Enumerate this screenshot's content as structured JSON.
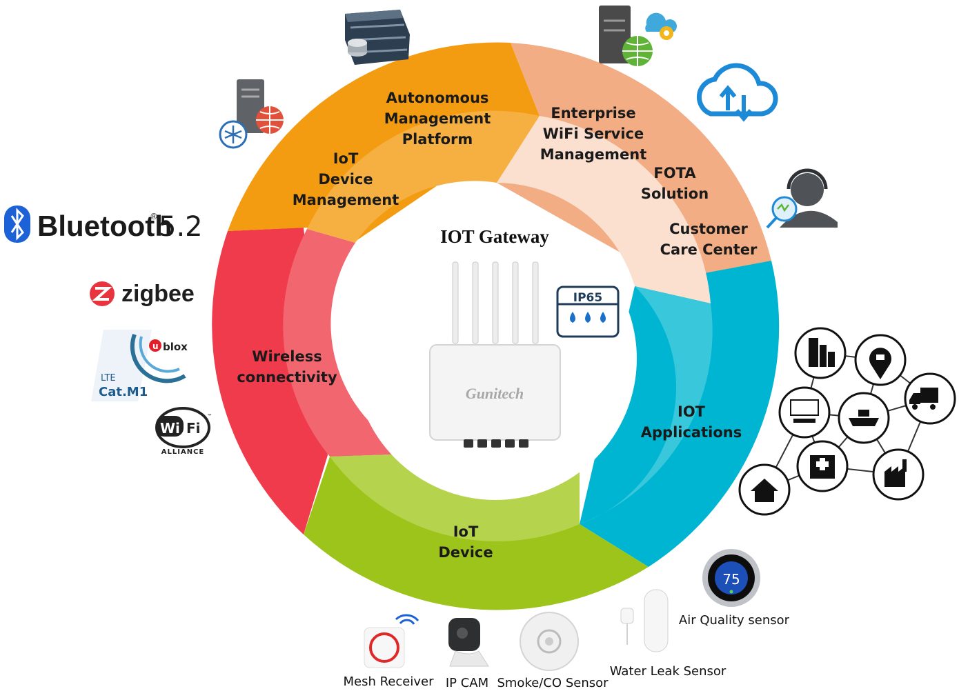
{
  "center": {
    "title": "IOT Gateway",
    "device_brand": "Gunitech",
    "rating_badge": "IP65"
  },
  "segments": [
    {
      "id": "wireless",
      "color": "#ef3b4b",
      "inner_color": "#f26670",
      "lines": [
        "Wireless",
        "connectivity"
      ]
    },
    {
      "id": "platform",
      "color": "#f39c12",
      "inner_color": "#f5b041",
      "lines": [
        "Autonomous",
        "Management",
        "Platform"
      ],
      "inner_lines": [
        "IoT",
        "Device",
        "Management"
      ]
    },
    {
      "id": "services",
      "color": "#f2ad84",
      "inner_color": "#fbe0cf",
      "lines": [
        "Enterprise",
        "WiFi Service",
        "Management"
      ],
      "inner_lines": [
        "FOTA",
        "Solution"
      ],
      "extra_lines": [
        "Customer",
        "Care Center"
      ]
    },
    {
      "id": "applications",
      "color": "#00b5d1",
      "inner_color": "#39c7dc",
      "lines": [
        "IOT",
        "Applications"
      ]
    },
    {
      "id": "device",
      "color": "#9dc41a",
      "inner_color": "#b5d34c",
      "lines": [
        "IoT",
        "Device"
      ]
    }
  ],
  "wireless_logos": {
    "bluetooth": {
      "name": "Bluetooth",
      "reg": "®",
      "version": "5.2"
    },
    "zigbee": {
      "name": "zigbee"
    },
    "ublox": {
      "brand": "blox",
      "u": "u",
      "lte": "LTE",
      "cat": "Cat.M1"
    },
    "wifi": {
      "wi": "Wi",
      "fi": "Fi",
      "tm": "™",
      "alliance": "ALLIANCE"
    }
  },
  "iot_devices": [
    {
      "label": "Mesh Receiver"
    },
    {
      "label": "IP CAM"
    },
    {
      "label": "Smoke/CO Sensor"
    },
    {
      "label": "Water Leak Sensor"
    },
    {
      "label": "Air Quality sensor"
    }
  ],
  "thermostat_reading": "75",
  "application_icons": [
    "office-building-icon",
    "map-pin-icon",
    "truck-icon",
    "control-panel-icon",
    "cargo-ship-icon",
    "hospital-icon",
    "factory-icon",
    "home-icon"
  ],
  "cloud_icons": [
    "server-rack-icon",
    "server-network-icon",
    "server-cloud-gear-icon",
    "cloud-sync-icon",
    "customer-support-icon"
  ]
}
